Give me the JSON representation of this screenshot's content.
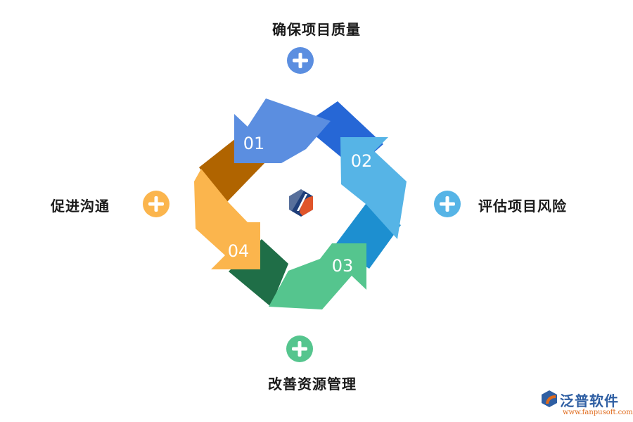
{
  "steps": [
    {
      "num": "01",
      "label": "确保项目质量",
      "color": "#5b8ee0"
    },
    {
      "num": "02",
      "label": "评估项目风险",
      "color": "#56b4e6"
    },
    {
      "num": "03",
      "label": "改善资源管理",
      "color": "#55c58e"
    },
    {
      "num": "04",
      "label": "促进沟通",
      "color": "#fbb54d"
    }
  ],
  "colors": {
    "dark_blue": "#2667d6",
    "dark_cyan": "#1d8fd0",
    "dark_green": "#1f6e47",
    "dark_orange": "#b06400"
  },
  "center_icon": "hexagon-logo-icon",
  "brand": {
    "name": "泛普软件",
    "url": "www.fanpusoft.com"
  }
}
